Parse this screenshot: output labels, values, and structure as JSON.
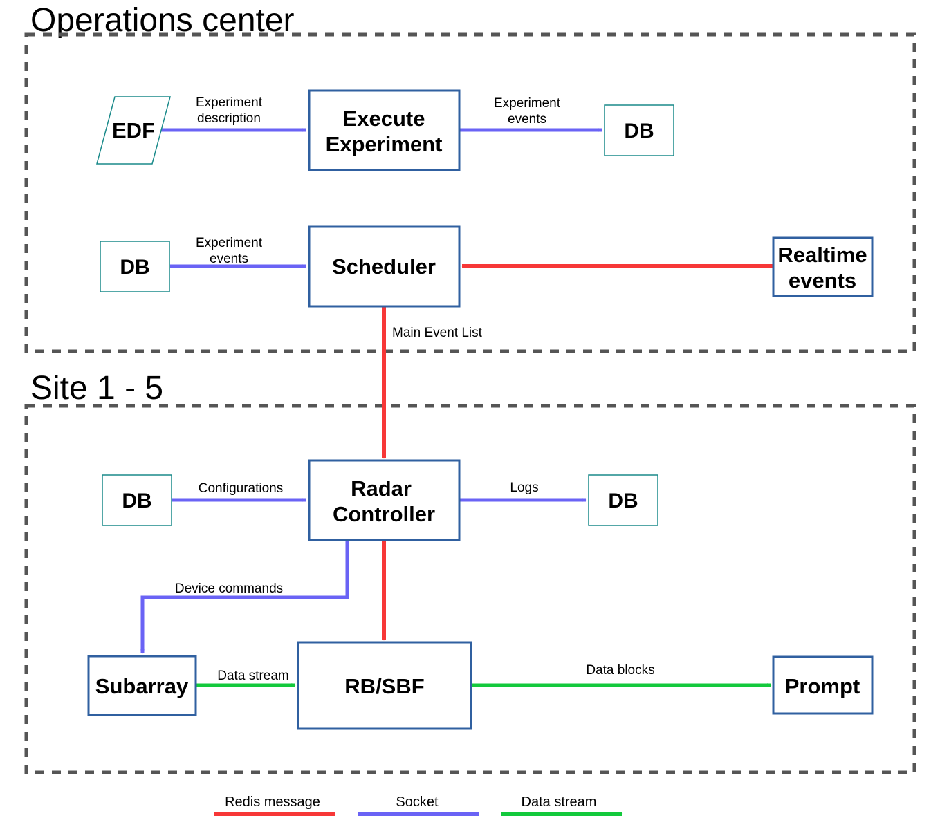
{
  "colors": {
    "redis": "#f73737",
    "socket": "#6a63f5",
    "stream": "#13c93c",
    "box_border": "#3060a0",
    "db_border": "#1a8a8a",
    "region_border": "#555555"
  },
  "regions": {
    "ops": {
      "title": "Operations center"
    },
    "site": {
      "title": "Site 1 - 5"
    }
  },
  "nodes": {
    "edf": {
      "label": "EDF"
    },
    "execute": {
      "line1": "Execute",
      "line2": "Experiment"
    },
    "db_ops_right": {
      "label": "DB"
    },
    "db_ops_left": {
      "label": "DB"
    },
    "scheduler": {
      "label": "Scheduler"
    },
    "realtime": {
      "line1": "Realtime",
      "line2": "events"
    },
    "db_site_left": {
      "label": "DB"
    },
    "radar": {
      "line1": "Radar",
      "line2": "Controller"
    },
    "db_site_right": {
      "label": "DB"
    },
    "subarray": {
      "label": "Subarray"
    },
    "rbsbf": {
      "label": "RB/SBF"
    },
    "prompt": {
      "label": "Prompt"
    }
  },
  "edges": {
    "edf_execute": {
      "line1": "Experiment",
      "line2": "description"
    },
    "execute_db": {
      "line1": "Experiment",
      "line2": "events"
    },
    "db_scheduler": {
      "line1": "Experiment",
      "line2": "events"
    },
    "scheduler_radar": {
      "label": "Main Event List"
    },
    "db_radar": {
      "label": "Configurations"
    },
    "radar_db": {
      "label": "Logs"
    },
    "radar_subarray": {
      "label": "Device commands"
    },
    "subarray_rbsbf": {
      "label": "Data stream"
    },
    "rbsbf_prompt": {
      "label": "Data blocks"
    }
  },
  "legend": {
    "redis": "Redis message",
    "socket": "Socket",
    "stream": "Data stream"
  }
}
